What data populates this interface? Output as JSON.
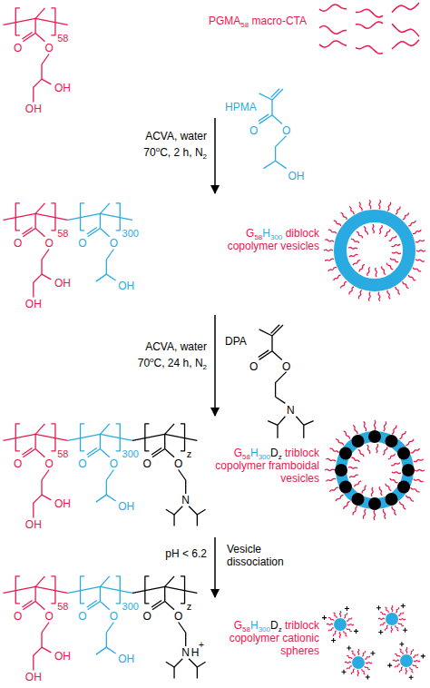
{
  "diagram": {
    "nodes": [
      {
        "text": [
          "PGMA58 macro-CTA"
        ]
      },
      {
        "text": [
          "G58H300 diblock copolymer vesicles"
        ]
      },
      {
        "text": [
          "G58H300Dz triblock copolymer framboidal vesicles"
        ]
      },
      {
        "text": [
          "G58H300Dz triblock copolymer cationic spheres"
        ]
      }
    ],
    "edges": [
      {
        "from": 0,
        "to": 1,
        "arrow": "to"
      },
      {
        "from": 1,
        "to": 2,
        "arrow": "to"
      },
      {
        "from": 2,
        "to": 3,
        "arrow": "to"
      }
    ],
    "labels": [
      "O",
      "O",
      "OH",
      "OH",
      "58",
      "ACVA, water",
      "70oC, 2 h, N2",
      "HPMA",
      "O",
      "O",
      "OH",
      "O",
      "O",
      "OH",
      "OH",
      "58",
      "O",
      "O",
      "OH",
      "300",
      "ACVA, water",
      "70oC, 24 h, N2",
      "DPA",
      "O",
      "O",
      "N",
      "O",
      "O",
      "OH",
      "OH",
      "58",
      "O",
      "O",
      "OH",
      "300",
      "O",
      "O",
      "N",
      "z",
      "pH < 6.2",
      "Vesicle dissociation",
      "O",
      "O",
      "OH",
      "OH",
      "58",
      "O",
      "O",
      "OH",
      "300",
      "O",
      "O",
      "N",
      "H",
      "+",
      "z"
    ]
  }
}
